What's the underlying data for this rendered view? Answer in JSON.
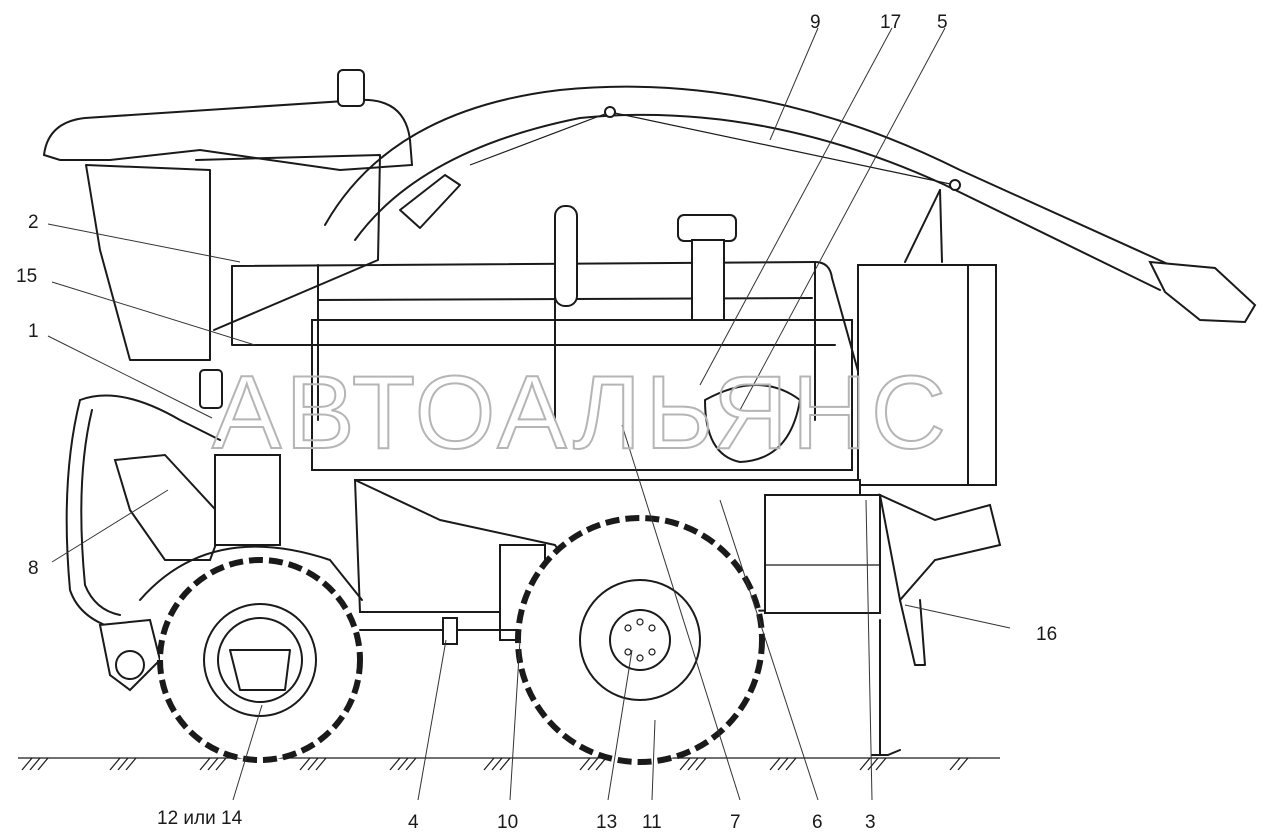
{
  "watermark": "АВТОАЛЬЯНС",
  "callouts": {
    "c1": "1",
    "c2": "2",
    "c3": "3",
    "c4": "4",
    "c5": "5",
    "c6": "6",
    "c7": "7",
    "c8": "8",
    "c9": "9",
    "c10": "10",
    "c11": "11",
    "c12": "12 или 14",
    "c13": "13",
    "c15": "15",
    "c16": "16",
    "c17": "17"
  }
}
